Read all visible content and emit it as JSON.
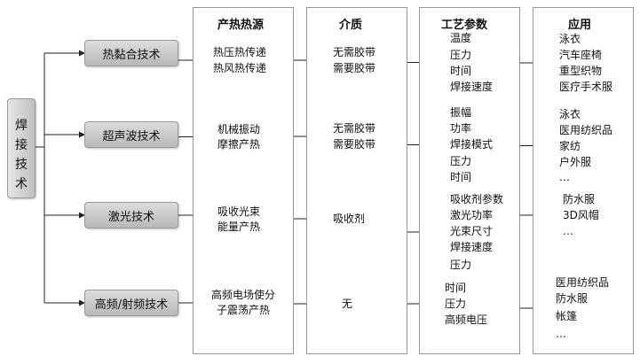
{
  "root": {
    "label": "焊接技术"
  },
  "headers": {
    "heat_source": "产热热源",
    "medium": "介质",
    "params": "工艺参数",
    "application": "应用"
  },
  "rows": [
    {
      "technique": "热黏合技术",
      "heat_source": [
        "热压热传递",
        "热风热传递"
      ],
      "medium": [
        "无需胶带",
        "需要胶带"
      ],
      "params": [
        "温度",
        "压力",
        "时间",
        "焊接速度"
      ],
      "applications": [
        "泳衣",
        "汽车座椅",
        "重型织物",
        "医疗手术服"
      ]
    },
    {
      "technique": "超声波技术",
      "heat_source": [
        "机械振动",
        "摩擦产热"
      ],
      "medium": [
        "无需胶带",
        "需要胶带"
      ],
      "params": [
        "振幅",
        "功率",
        "焊接模式",
        "压力",
        "时间"
      ],
      "applications": [
        "泳衣",
        "医用纺织品",
        "家纺",
        "户外服",
        "…"
      ]
    },
    {
      "technique": "激光技术",
      "heat_source": [
        "吸收光束",
        "能量产热"
      ],
      "medium": [
        "吸收剂"
      ],
      "params": [
        "吸收剂参数",
        "激光功率",
        "光束尺寸",
        "焊接速度",
        "压力"
      ],
      "applications": [
        "防水服",
        "3D风帽",
        "…"
      ]
    },
    {
      "technique": "高频/射频技术",
      "heat_source": [
        "高频电场使分",
        "子震荡产热"
      ],
      "medium": [
        "无"
      ],
      "params": [
        "时间",
        "压力",
        "高频电压"
      ],
      "applications": [
        "医用纺织品",
        "防水服",
        "帐篷",
        "…"
      ]
    }
  ]
}
